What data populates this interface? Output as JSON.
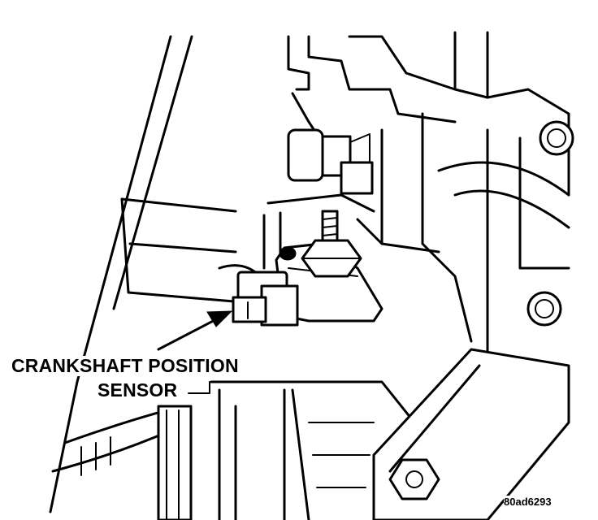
{
  "callout": {
    "line1": "CRANKSHAFT POSITION",
    "line2": "SENSOR"
  },
  "figure_code": "80ad6293"
}
